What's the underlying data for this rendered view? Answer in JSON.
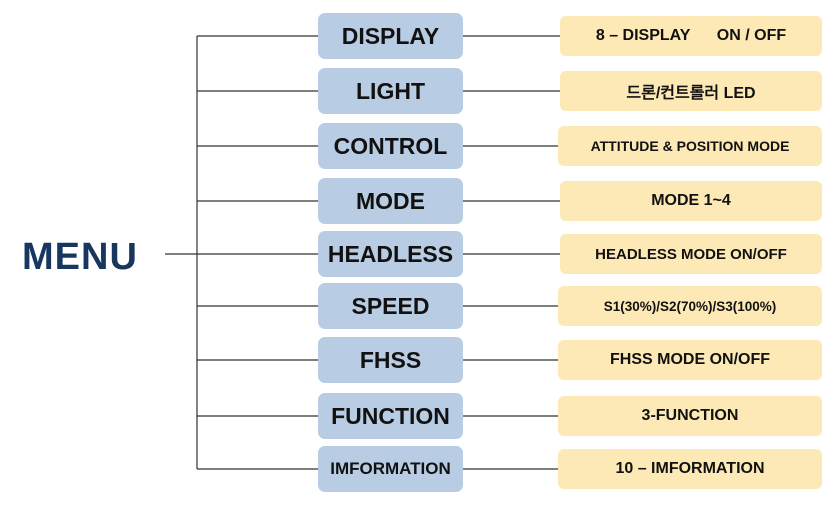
{
  "root": {
    "label": "MENU"
  },
  "items": [
    {
      "label": "DISPLAY",
      "desc": "8 – DISPLAY      ON / OFF"
    },
    {
      "label": "LIGHT",
      "desc": "드론/컨트롤러 LED"
    },
    {
      "label": "CONTROL",
      "desc": "ATTITUDE & POSITION MODE"
    },
    {
      "label": "MODE",
      "desc": "MODE 1~4"
    },
    {
      "label": "HEADLESS",
      "desc": "HEADLESS MODE ON/OFF"
    },
    {
      "label": "SPEED",
      "desc": "S1(30%)/S2(70%)/S3(100%)"
    },
    {
      "label": "FHSS",
      "desc": "FHSS MODE ON/OFF"
    },
    {
      "label": "FUNCTION",
      "desc": "3-FUNCTION"
    },
    {
      "label": "IMFORMATION",
      "desc": "10 – IMFORMATION"
    }
  ],
  "colors": {
    "root": "#17375e",
    "menu_box": "#b8cde4",
    "desc_box": "#fde9b6",
    "line": "#333333"
  }
}
